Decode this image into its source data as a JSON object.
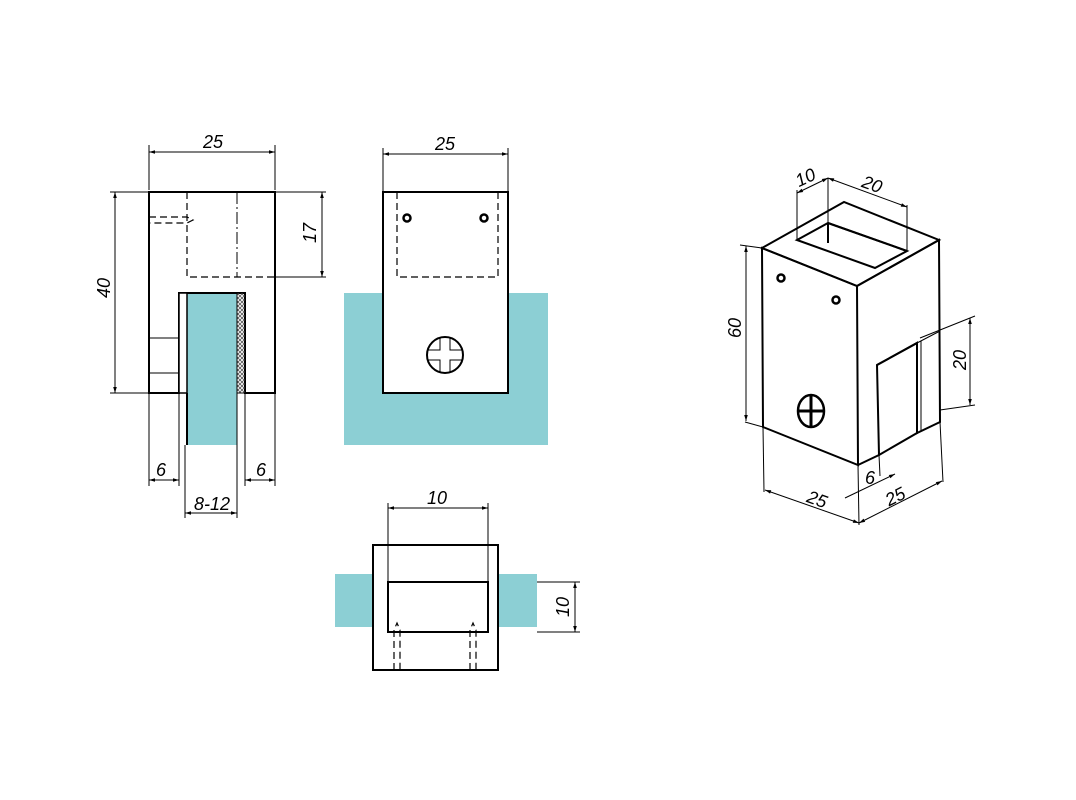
{
  "colors": {
    "glass": "#8ccfd4",
    "line": "#000000"
  },
  "side_view": {
    "width": "25",
    "height": "40",
    "slot_depth": "17",
    "left_wall": "6",
    "right_wall": "6",
    "glass_range": "8-12"
  },
  "front_view": {
    "width": "25"
  },
  "bottom_view": {
    "slot_width": "10",
    "glass_depth": "10"
  },
  "iso_view": {
    "hole_a": "10",
    "hole_b": "20",
    "height": "60",
    "slot_height": "20",
    "width_left": "25",
    "width_right": "25",
    "wall": "6"
  }
}
